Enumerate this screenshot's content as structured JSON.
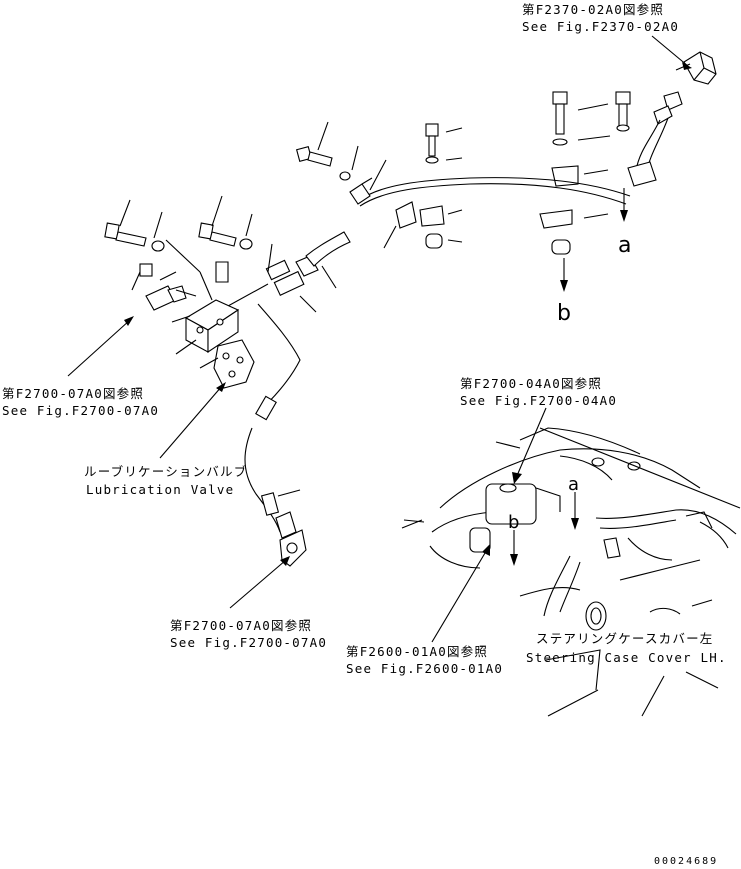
{
  "callouts": {
    "top_right_jp": "第F2370-02A0図参照",
    "top_right_en": "See Fig.F2370-02A0",
    "left_jp": "第F2700-07A0図参照",
    "left_en": "See Fig.F2700-07A0",
    "valve_jp": "ルーブリケーションバルブ",
    "valve_en": "Lubrication Valve",
    "bottom_jp": "第F2700-07A0図参照",
    "bottom_en": "See Fig.F2700-07A0",
    "mid_right_jp": "第F2700-04A0図参照",
    "mid_right_en": "See Fig.F2700-04A0",
    "f2600_jp": "第F2600-01A0図参照",
    "f2600_en": "See Fig.F2600-01A0",
    "steering_jp": "ステアリングケースカバー左",
    "steering_en": "Steering Case Cover LH."
  },
  "refs": {
    "a_upper": "a",
    "b_upper": "b",
    "a_lower": "a",
    "b_lower": "b"
  },
  "drawing_id": "00024689"
}
